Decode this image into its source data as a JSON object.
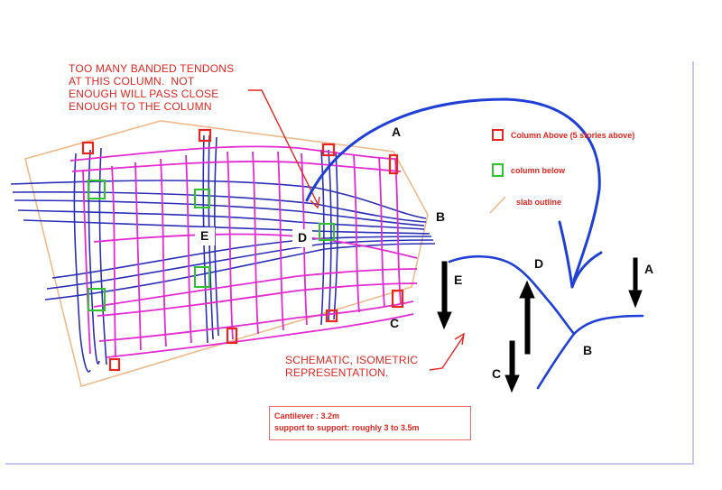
{
  "note": "TOO MANY BANDED TENDONS\nAT THIS COLUMN.  NOT\nENOUGH WILL PASS CLOSE\nENOUGH TO THE COLUMN",
  "caption": "SCHEMATIC, ISOMETRIC\nREPRESENTATION.",
  "legend": {
    "column_above": "Column Above (5 stories above)",
    "column_below": "column below",
    "slab_outline": "slab outline"
  },
  "info_box": {
    "cantilever": "Cantilever : 3.2m",
    "support": "support to support: roughly 3 to 3.5m"
  },
  "plan_labels": {
    "A": "A",
    "B": "B",
    "C": "C",
    "D": "D",
    "E": "E"
  },
  "schematic_labels": {
    "A": "A",
    "B": "B",
    "C": "C",
    "D": "D",
    "E": "E"
  },
  "colors": {
    "annotation_red": "#e8251f",
    "tendon_blue": "#2b2fb8",
    "tendon_magenta": "#e42bd3",
    "column_above_red": "#e8251f",
    "column_below_green": "#2fc32f",
    "slab_outline": "#f1b98a",
    "arrow_black": "#000000",
    "curve_blue": "#1f3fd8"
  }
}
